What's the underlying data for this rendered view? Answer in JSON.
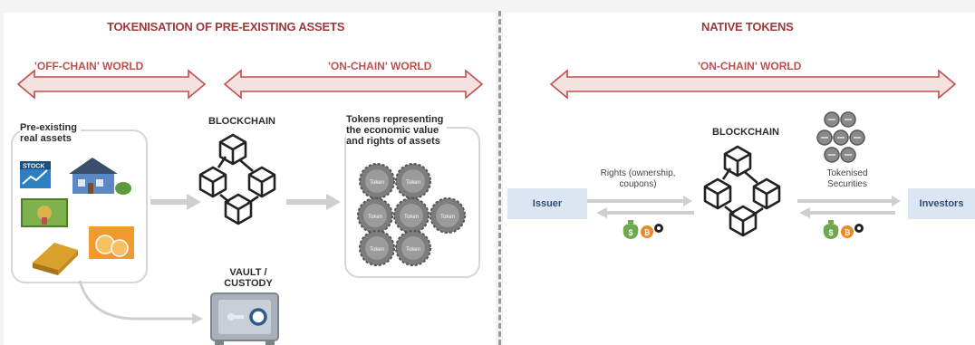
{
  "left": {
    "title": "TOKENISATION OF PRE-EXISTING ASSETS",
    "off_chain_label": "'OFF-CHAIN' WORLD",
    "on_chain_label": "'ON-CHAIN' WORLD",
    "assets_label_line1": "Pre-existing",
    "assets_label_line2": "real assets",
    "blockchain_label": "BLOCKCHAIN",
    "tokens_label_line1": "Tokens representing",
    "tokens_label_line2": "the economic value",
    "tokens_label_line3": "and rights of assets",
    "token_text": "Token",
    "stock_text": "STOCK",
    "vault_label_line1": "VAULT /",
    "vault_label_line2": "CUSTODY"
  },
  "right": {
    "title": "NATIVE TOKENS",
    "on_chain_label": "'ON-CHAIN' WORLD",
    "blockchain_label": "BLOCKCHAIN",
    "issuer_label": "Issuer",
    "investors_label": "Investors",
    "rights_line1": "Rights (ownership,",
    "rights_line2": "coupons)",
    "securities_line1": "Tokenised",
    "securities_line2": "Securities"
  },
  "colors": {
    "accent_red": "#c0504d",
    "title_red": "#9c3a3a",
    "arrow_fill": "#f4e2e1",
    "box_fill": "#dce6f2",
    "box_text": "#2f4f78",
    "coin_gray": "#8a8a8a",
    "money_green": "#6fa84e",
    "bitcoin_orange": "#e8892a"
  }
}
